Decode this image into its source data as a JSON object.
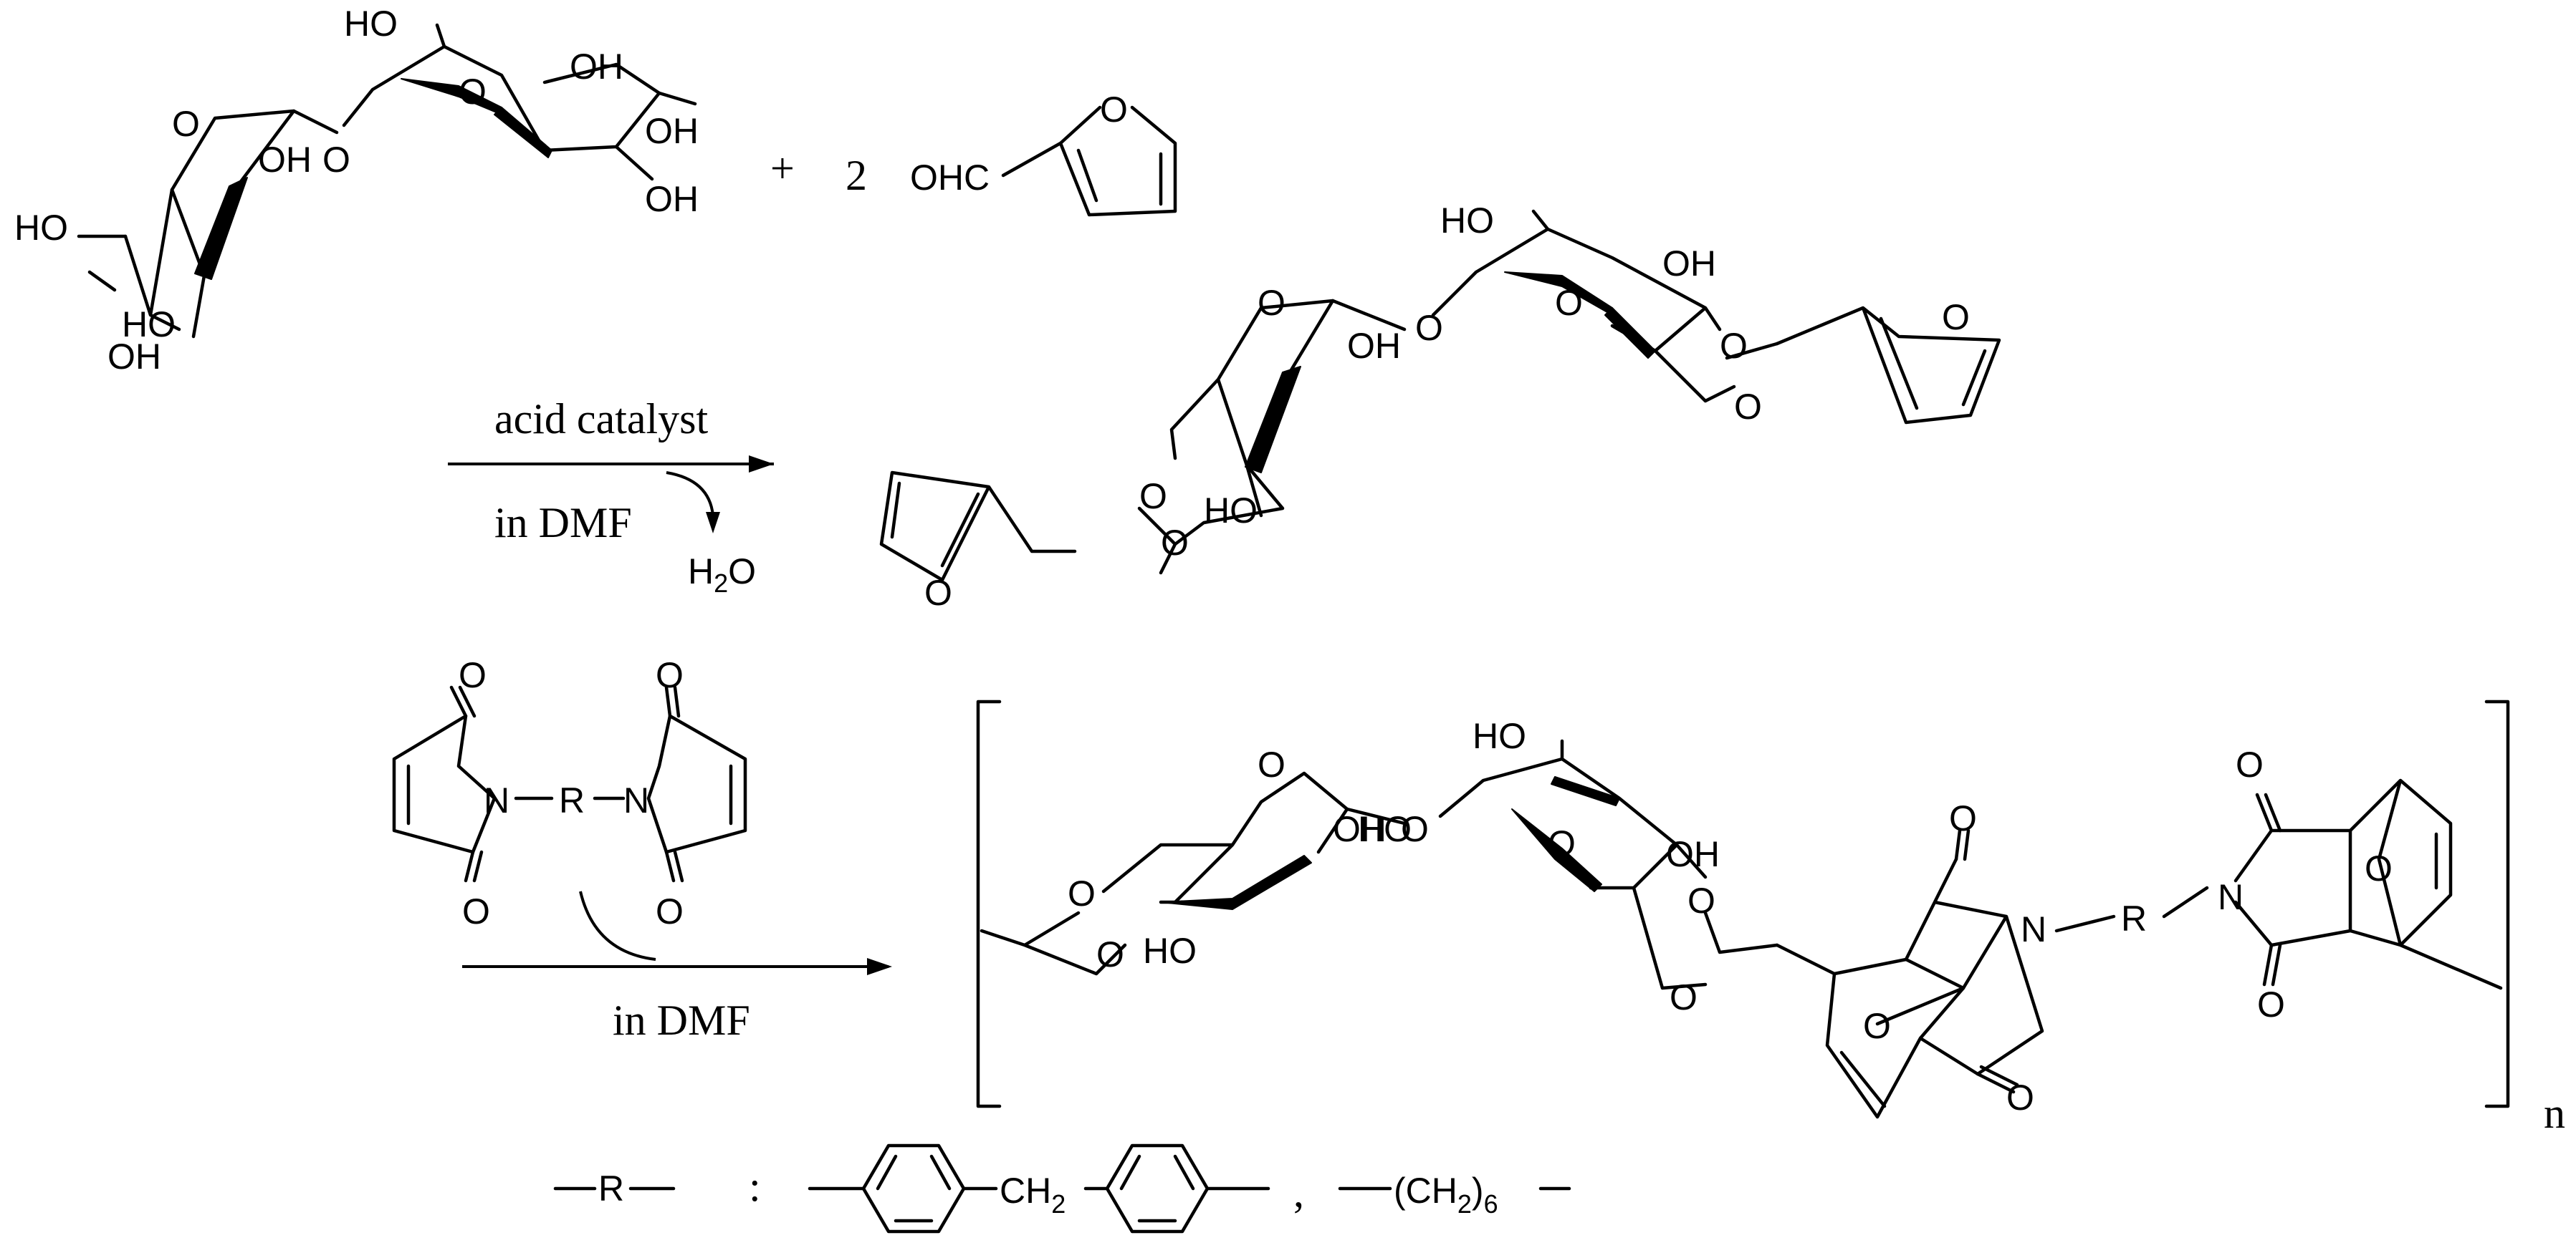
{
  "reactant1": {
    "labels": [
      "HO",
      "OH",
      "O",
      "O",
      "OH",
      "OH",
      "OH",
      "HO",
      "O",
      "HO",
      "OH"
    ]
  },
  "reactant2": {
    "plus": "+",
    "coefficient": "2",
    "label": "OHC",
    "ring_o": "O"
  },
  "step1": {
    "arrow_top": "acid catalyst",
    "arrow_bottom": "in DMF",
    "byproduct": "H",
    "byproduct_sub": "2",
    "byproduct_end": "O"
  },
  "product1": {
    "labels": [
      "HO",
      "OH",
      "O",
      "O",
      "O",
      "OH",
      "O",
      "O",
      "O",
      "O",
      "O",
      "HO",
      "O"
    ]
  },
  "bismaleimide": {
    "o_labels": [
      "O",
      "O",
      "O",
      "O"
    ],
    "n_labels": [
      "N",
      "N"
    ],
    "r_label": "R"
  },
  "step2": {
    "arrow_bottom": "in DMF"
  },
  "polymer": {
    "labels": [
      "O",
      "O",
      "OH",
      "HO",
      "O",
      "O",
      "HO",
      "OH",
      "O",
      "O",
      "O",
      "HO",
      "O",
      "O",
      "O",
      "N",
      "R",
      "N",
      "O",
      "O",
      "O"
    ],
    "repeat_n": "n"
  },
  "legend": {
    "r_label": "R",
    "colon": ":",
    "ch2": "CH",
    "ch2_sub": "2",
    "comma": ",",
    "hexa_open": "(CH",
    "hexa_sub": "2",
    "hexa_close": ")",
    "hexa_n": "6"
  }
}
